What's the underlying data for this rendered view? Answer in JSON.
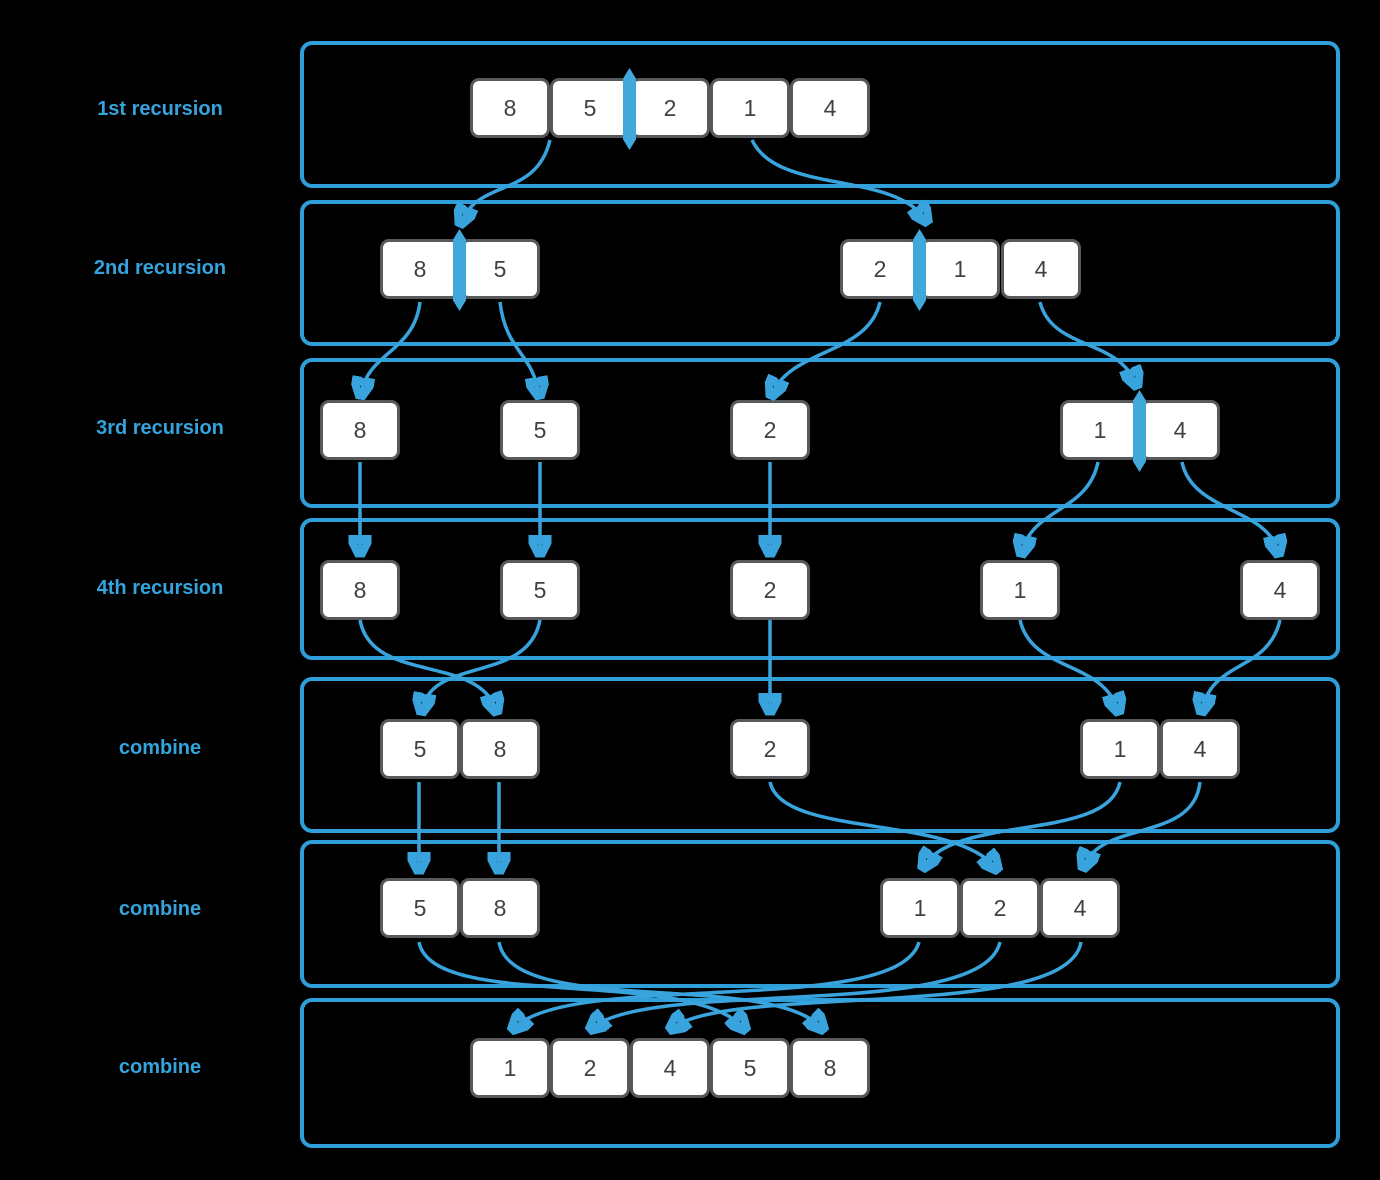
{
  "colors": {
    "background": "#000000",
    "band_border": "#2e9fd9",
    "label_text": "#35a3dc",
    "arrow": "#38a3dc",
    "split_marker": "#41a8dc",
    "cell_border": "#58595b",
    "cell_fill": "#ffffff",
    "cell_text": "#414042"
  },
  "rows": [
    {
      "label": "1st recursion",
      "groups": [
        {
          "cells": [
            "8",
            "5",
            "2",
            "1",
            "4"
          ],
          "split_after_index": 1
        }
      ]
    },
    {
      "label": "2nd recursion",
      "groups": [
        {
          "cells": [
            "8",
            "5"
          ],
          "split_after_index": 0
        },
        {
          "cells": [
            "2",
            "1",
            "4"
          ],
          "split_after_index": 0
        }
      ]
    },
    {
      "label": "3rd recursion",
      "groups": [
        {
          "cells": [
            "8"
          ]
        },
        {
          "cells": [
            "5"
          ]
        },
        {
          "cells": [
            "2"
          ]
        },
        {
          "cells": [
            "1",
            "4"
          ],
          "split_after_index": 0
        }
      ]
    },
    {
      "label": "4th recursion",
      "groups": [
        {
          "cells": [
            "8"
          ]
        },
        {
          "cells": [
            "5"
          ]
        },
        {
          "cells": [
            "2"
          ]
        },
        {
          "cells": [
            "1"
          ]
        },
        {
          "cells": [
            "4"
          ]
        }
      ]
    },
    {
      "label": "combine",
      "groups": [
        {
          "cells": [
            "5",
            "8"
          ]
        },
        {
          "cells": [
            "2"
          ]
        },
        {
          "cells": [
            "1",
            "4"
          ]
        }
      ]
    },
    {
      "label": "combine",
      "groups": [
        {
          "cells": [
            "5",
            "8"
          ]
        },
        {
          "cells": [
            "1",
            "2",
            "4"
          ]
        }
      ]
    },
    {
      "label": "combine",
      "groups": [
        {
          "cells": [
            "1",
            "2",
            "4",
            "5",
            "8"
          ]
        }
      ]
    }
  ]
}
